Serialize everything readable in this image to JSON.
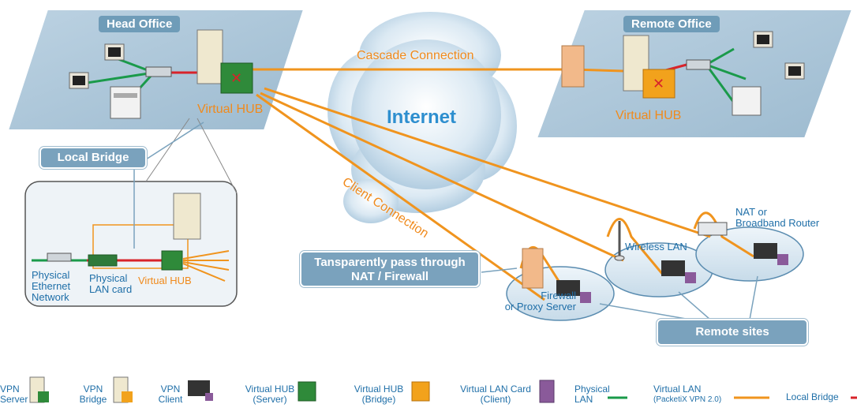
{
  "offices": {
    "head_title": "Head Office",
    "remote_title": "Remote Office",
    "head_hub": "Virtual HUB",
    "remote_hub": "Virtual HUB"
  },
  "internet": "Internet",
  "connections": {
    "cascade": "Cascade Connection",
    "client": "Client Connection"
  },
  "callouts": {
    "local_bridge": "Local Bridge",
    "passthrough_line1": "Tansparently pass through",
    "passthrough_line2": "NAT / Firewall",
    "remote_sites": "Remote sites"
  },
  "inset": {
    "ethernet_line1": "Physical",
    "ethernet_line2": "Ethernet",
    "ethernet_line3": "Network",
    "lan_card_line1": "Physical",
    "lan_card_line2": "LAN card",
    "hub": "Virtual HUB"
  },
  "sites": {
    "firewall_line1": "Firewall",
    "firewall_line2": "or Proxy Server",
    "wireless": "Wireless LAN",
    "nat_line1": "NAT or",
    "nat_line2": "Broadband Router"
  },
  "legend": [
    {
      "line1": "VPN",
      "line2": "Server"
    },
    {
      "line1": "VPN",
      "line2": "Bridge"
    },
    {
      "line1": "VPN",
      "line2": "Client"
    },
    {
      "line1": "Virtual HUB",
      "line2": "(Server)"
    },
    {
      "line1": "Virtual HUB",
      "line2": "(Bridge)"
    },
    {
      "line1": "Virtual LAN Card",
      "line2": "(Client)"
    },
    {
      "line1": "Physical",
      "line2": "LAN"
    },
    {
      "line1": "Virtual LAN",
      "line2": "(PacketiX VPN 2.0)"
    },
    {
      "line1": "Local Bridge",
      "line2": ""
    }
  ],
  "colors": {
    "panel": "#a9c3d6",
    "callout": "#7aa2bd",
    "virtual_lan": "#f0941e",
    "physical_lan": "#1a9a4a",
    "local_bridge": "#d8232a",
    "label_blue": "#1f6fa8"
  }
}
